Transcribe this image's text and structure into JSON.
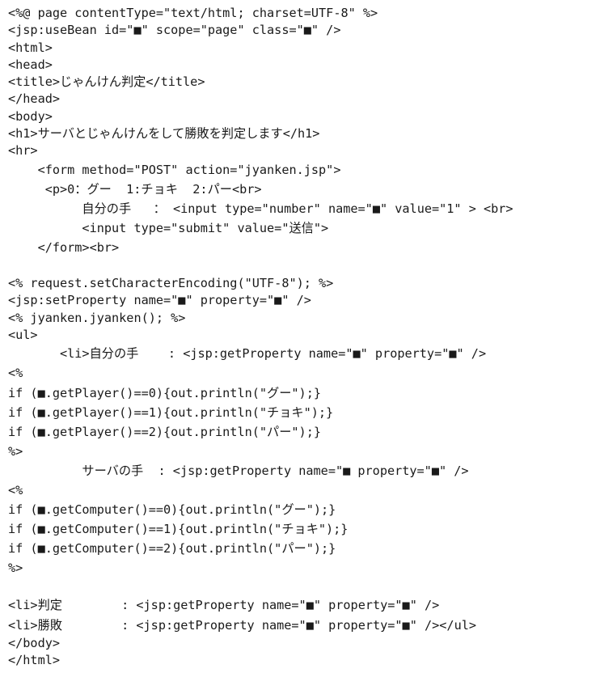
{
  "code_lines": [
    "<%@ page contentType=\"text/html; charset=UTF-8\" %>",
    "<jsp:useBean id=\"■\" scope=\"page\" class=\"■\" />",
    "<html>",
    "<head>",
    "<title>じゃんけん判定</title>",
    "</head>",
    "<body>",
    "<h1>サーバとじゃんけんをして勝敗を判定します</h1>",
    "<hr>",
    "    <form method=\"POST\" action=\"jyanken.jsp\">",
    "     <p>0：グー  1:チョキ  2:パー<br>",
    "          自分の手   ： <input type=\"number\" name=\"■\" value=\"1\" > <br>",
    "          <input type=\"submit\" value=\"送信\">",
    "    </form><br>",
    "",
    "<% request.setCharacterEncoding(\"UTF-8\"); %>",
    "<jsp:setProperty name=\"■\" property=\"■\" />",
    "<% jyanken.jyanken(); %>",
    "<ul>",
    "       <li>自分の手    : <jsp:getProperty name=\"■\" property=\"■\" />",
    "<%",
    "if (■.getPlayer()==0){out.println(\"グー\");}",
    "if (■.getPlayer()==1){out.println(\"チョキ\");}",
    "if (■.getPlayer()==2){out.println(\"パー\");}",
    "%>",
    "          サーバの手  : <jsp:getProperty name=\"■ property=\"■\" />",
    "<%",
    "if (■.getComputer()==0){out.println(\"グー\");}",
    "if (■.getComputer()==1){out.println(\"チョキ\");}",
    "if (■.getComputer()==2){out.println(\"パー\");}",
    "%>",
    "",
    "<li>判定        : <jsp:getProperty name=\"■\" property=\"■\" />",
    "<li>勝敗        : <jsp:getProperty name=\"■\" property=\"■\" /></ul>",
    "</body>",
    "</html>"
  ]
}
